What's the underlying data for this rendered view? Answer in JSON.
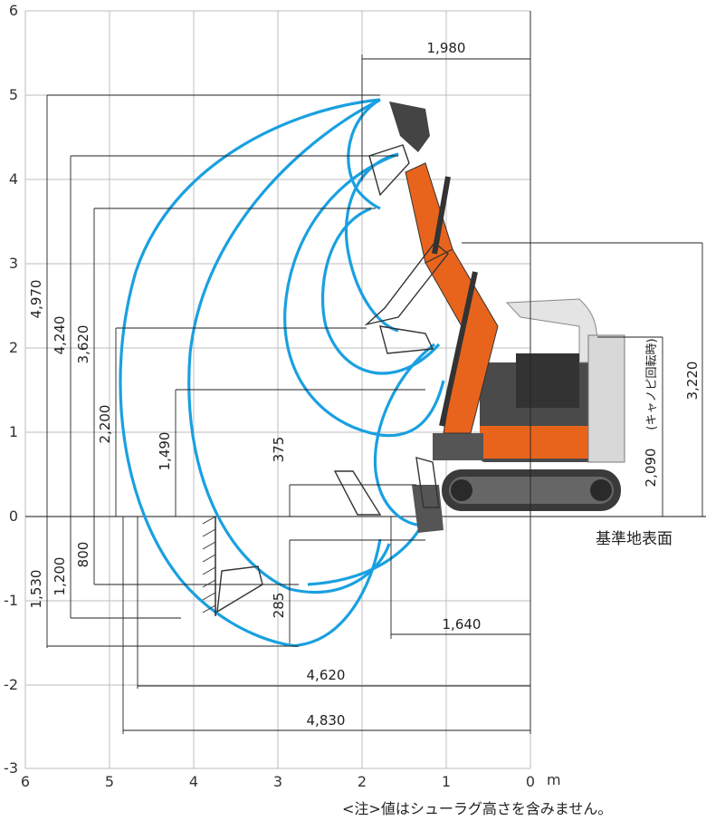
{
  "axes": {
    "x_ticks": [
      "6",
      "5",
      "4",
      "3",
      "2",
      "1",
      "0"
    ],
    "x_unit": "m",
    "y_ticks": [
      "6",
      "5",
      "4",
      "3",
      "2",
      "1",
      "0",
      "-1",
      "-2",
      "-3"
    ]
  },
  "dimensions": {
    "top_width": "1,980",
    "max_dig_height": "4,970",
    "max_dump_height": "4,240",
    "height_3620": "3,620",
    "height_2200": "2,200",
    "height_1490": "1,490",
    "blade_lift": "375",
    "dig_depth_1530": "1,530",
    "dig_depth_1200": "1,200",
    "dig_depth_800": "800",
    "blade_depth": "285",
    "swing_radius": "1,640",
    "reach_4620": "4,620",
    "reach_4830": "4,830",
    "overall_height": "3,220",
    "canopy_height": "2,090",
    "canopy_note": "(キャノピ回転時)"
  },
  "labels": {
    "ground_reference": "基準地表面",
    "note": "<注>値はシューラグ高さを含みません。"
  },
  "colors": {
    "envelope": "#1aa0e0",
    "machine_orange": "#e8641c",
    "machine_dark": "#3a3a3a"
  }
}
